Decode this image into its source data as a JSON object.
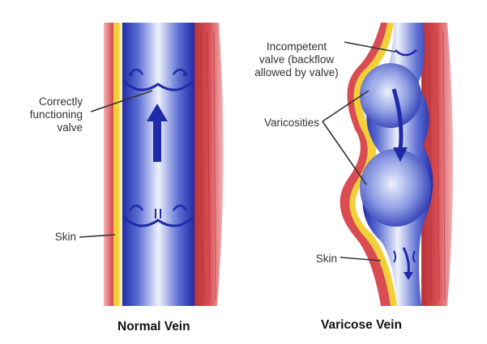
{
  "normal": {
    "caption": "Normal Vein",
    "valve_label": "Correctly\nfunctioning\nvalve",
    "skin_label": "Skin"
  },
  "varicose": {
    "caption": "Varicose Vein",
    "incompetent_label": "Incompetent\nvalve (backflow\nallowed by valve)",
    "varicosities_label": "Varicosities",
    "skin_label": "Skin"
  },
  "colors": {
    "muscle": "#d94c52",
    "muscle_light": "#f0a0a2",
    "skin": "#f3cf3a",
    "vein_dark": "#1f2aa8",
    "vein_light": "#eaf0fb",
    "leader": "#333333"
  }
}
